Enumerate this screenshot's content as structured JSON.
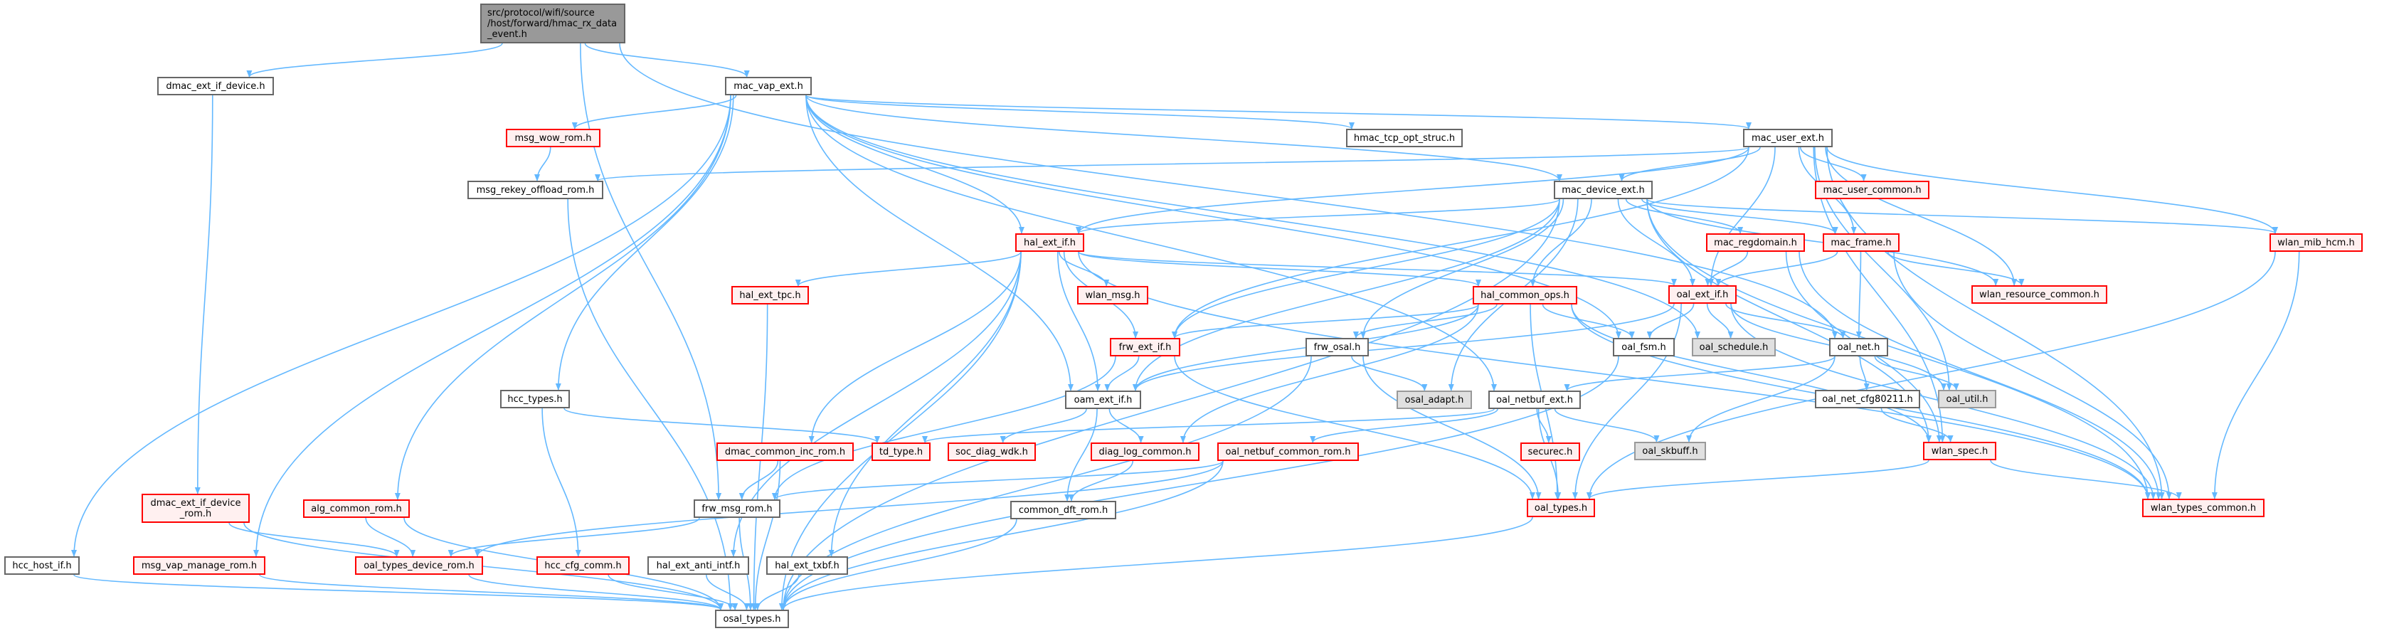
{
  "graph": {
    "edge_color": "#63b8ff",
    "nodes": [
      {
        "id": "root",
        "label": "src/protocol/wifi/source\n/host/forward/hmac_rx_data\n_event.h",
        "style": "root"
      },
      {
        "id": "dmac_ext_if_device",
        "label": "dmac_ext_if_device.h",
        "style": "normal"
      },
      {
        "id": "mac_vap_ext",
        "label": "mac_vap_ext.h",
        "style": "normal"
      },
      {
        "id": "msg_wow_rom",
        "label": "msg_wow_rom.h",
        "style": "red"
      },
      {
        "id": "msg_rekey_offload_rom",
        "label": "msg_rekey_offload_rom.h",
        "style": "normal"
      },
      {
        "id": "hmac_tcp_opt_struc",
        "label": "hmac_tcp_opt_struc.h",
        "style": "normal"
      },
      {
        "id": "mac_user_ext",
        "label": "mac_user_ext.h",
        "style": "normal"
      },
      {
        "id": "mac_device_ext",
        "label": "mac_device_ext.h",
        "style": "normal"
      },
      {
        "id": "mac_user_common",
        "label": "mac_user_common.h",
        "style": "red"
      },
      {
        "id": "hal_ext_if",
        "label": "hal_ext_if.h",
        "style": "red"
      },
      {
        "id": "mac_regdomain",
        "label": "mac_regdomain.h",
        "style": "red"
      },
      {
        "id": "mac_frame",
        "label": "mac_frame.h",
        "style": "red"
      },
      {
        "id": "wlan_mib_hcm",
        "label": "wlan_mib_hcm.h",
        "style": "red"
      },
      {
        "id": "hal_ext_tpc",
        "label": "hal_ext_tpc.h",
        "style": "red"
      },
      {
        "id": "wlan_msg",
        "label": "wlan_msg.h",
        "style": "red"
      },
      {
        "id": "hal_common_ops",
        "label": "hal_common_ops.h",
        "style": "red"
      },
      {
        "id": "oal_ext_if",
        "label": "oal_ext_if.h",
        "style": "red"
      },
      {
        "id": "wlan_resource_common",
        "label": "wlan_resource_common.h",
        "style": "red"
      },
      {
        "id": "frw_ext_if",
        "label": "frw_ext_if.h",
        "style": "red"
      },
      {
        "id": "frw_osal",
        "label": "frw_osal.h",
        "style": "normal"
      },
      {
        "id": "oal_fsm",
        "label": "oal_fsm.h",
        "style": "normal"
      },
      {
        "id": "oal_schedule",
        "label": "oal_schedule.h",
        "style": "gray"
      },
      {
        "id": "oal_net",
        "label": "oal_net.h",
        "style": "normal"
      },
      {
        "id": "hcc_types",
        "label": "hcc_types.h",
        "style": "normal"
      },
      {
        "id": "oam_ext_if",
        "label": "oam_ext_if.h",
        "style": "normal"
      },
      {
        "id": "osal_adapt",
        "label": "osal_adapt.h",
        "style": "gray"
      },
      {
        "id": "oal_netbuf_ext",
        "label": "oal_netbuf_ext.h",
        "style": "normal"
      },
      {
        "id": "oal_net_cfg80211",
        "label": "oal_net_cfg80211.h",
        "style": "normal"
      },
      {
        "id": "oal_util",
        "label": "oal_util.h",
        "style": "gray"
      },
      {
        "id": "dmac_common_inc_rom",
        "label": "dmac_common_inc_rom.h",
        "style": "red"
      },
      {
        "id": "td_type",
        "label": "td_type.h",
        "style": "red"
      },
      {
        "id": "soc_diag_wdk",
        "label": "soc_diag_wdk.h",
        "style": "red"
      },
      {
        "id": "diag_log_common",
        "label": "diag_log_common.h",
        "style": "red"
      },
      {
        "id": "oal_netbuf_common_rom",
        "label": "oal_netbuf_common_rom.h",
        "style": "red"
      },
      {
        "id": "securec",
        "label": "securec.h",
        "style": "red"
      },
      {
        "id": "oal_skbuff",
        "label": "oal_skbuff.h",
        "style": "gray"
      },
      {
        "id": "wlan_spec",
        "label": "wlan_spec.h",
        "style": "red"
      },
      {
        "id": "dmac_ext_if_device_rom",
        "label": "dmac_ext_if_device\n_rom.h",
        "style": "red"
      },
      {
        "id": "alg_common_rom",
        "label": "alg_common_rom.h",
        "style": "red"
      },
      {
        "id": "frw_msg_rom",
        "label": "frw_msg_rom.h",
        "style": "normal"
      },
      {
        "id": "common_dft_rom",
        "label": "common_dft_rom.h",
        "style": "normal"
      },
      {
        "id": "oal_types",
        "label": "oal_types.h",
        "style": "red"
      },
      {
        "id": "wlan_types_common",
        "label": "wlan_types_common.h",
        "style": "red"
      },
      {
        "id": "hcc_host_if",
        "label": "hcc_host_if.h",
        "style": "normal"
      },
      {
        "id": "msg_vap_manage_rom",
        "label": "msg_vap_manage_rom.h",
        "style": "red"
      },
      {
        "id": "oal_types_device_rom",
        "label": "oal_types_device_rom.h",
        "style": "red"
      },
      {
        "id": "hcc_cfg_comm",
        "label": "hcc_cfg_comm.h",
        "style": "red"
      },
      {
        "id": "hal_ext_anti_intf",
        "label": "hal_ext_anti_intf.h",
        "style": "normal"
      },
      {
        "id": "hal_ext_txbf",
        "label": "hal_ext_txbf.h",
        "style": "normal"
      },
      {
        "id": "osal_types",
        "label": "osal_types.h",
        "style": "normal"
      }
    ],
    "edges": [
      [
        "root",
        "dmac_ext_if_device"
      ],
      [
        "root",
        "mac_vap_ext"
      ],
      [
        "root",
        "frw_msg_rom"
      ],
      [
        "root",
        "oal_net"
      ],
      [
        "dmac_ext_if_device",
        "dmac_ext_if_device_rom"
      ],
      [
        "dmac_ext_if_device_rom",
        "oal_types_device_rom"
      ],
      [
        "dmac_ext_if_device_rom",
        "osal_types"
      ],
      [
        "mac_vap_ext",
        "msg_wow_rom"
      ],
      [
        "mac_vap_ext",
        "hcc_host_if"
      ],
      [
        "mac_vap_ext",
        "msg_vap_manage_rom"
      ],
      [
        "mac_vap_ext",
        "alg_common_rom"
      ],
      [
        "mac_vap_ext",
        "hcc_types"
      ],
      [
        "mac_vap_ext",
        "oam_ext_if"
      ],
      [
        "mac_vap_ext",
        "hal_ext_if"
      ],
      [
        "mac_vap_ext",
        "hmac_tcp_opt_struc"
      ],
      [
        "mac_vap_ext",
        "mac_user_ext"
      ],
      [
        "mac_vap_ext",
        "mac_device_ext"
      ],
      [
        "mac_vap_ext",
        "oal_netbuf_ext"
      ],
      [
        "mac_vap_ext",
        "oal_fsm"
      ],
      [
        "mac_vap_ext",
        "oal_schedule"
      ],
      [
        "msg_wow_rom",
        "msg_rekey_offload_rom"
      ],
      [
        "msg_rekey_offload_rom",
        "osal_types"
      ],
      [
        "mac_user_ext",
        "msg_rekey_offload_rom"
      ],
      [
        "mac_user_ext",
        "mac_device_ext"
      ],
      [
        "mac_user_ext",
        "hal_ext_if"
      ],
      [
        "mac_user_ext",
        "frw_ext_if"
      ],
      [
        "mac_user_ext",
        "mac_user_common"
      ],
      [
        "mac_user_ext",
        "mac_frame"
      ],
      [
        "mac_user_ext",
        "oal_ext_if"
      ],
      [
        "mac_user_ext",
        "wlan_resource_common"
      ],
      [
        "mac_user_ext",
        "wlan_spec"
      ],
      [
        "mac_user_ext",
        "oal_util"
      ],
      [
        "mac_user_ext",
        "wlan_mib_hcm"
      ],
      [
        "mac_user_ext",
        "wlan_types_common"
      ],
      [
        "mac_device_ext",
        "hal_ext_if"
      ],
      [
        "mac_device_ext",
        "frw_ext_if"
      ],
      [
        "mac_device_ext",
        "oam_ext_if"
      ],
      [
        "mac_device_ext",
        "hal_common_ops"
      ],
      [
        "mac_device_ext",
        "frw_osal"
      ],
      [
        "mac_device_ext",
        "osal_adapt"
      ],
      [
        "mac_device_ext",
        "oal_ext_if"
      ],
      [
        "mac_device_ext",
        "mac_regdomain"
      ],
      [
        "mac_device_ext",
        "mac_frame"
      ],
      [
        "mac_device_ext",
        "wlan_resource_common"
      ],
      [
        "mac_device_ext",
        "wlan_mib_hcm"
      ],
      [
        "mac_device_ext",
        "wlan_types_common"
      ],
      [
        "mac_device_ext",
        "wlan_spec"
      ],
      [
        "mac_device_ext",
        "osal_types"
      ],
      [
        "hal_ext_if",
        "hal_ext_tpc"
      ],
      [
        "hal_ext_if",
        "wlan_msg"
      ],
      [
        "hal_ext_if",
        "hal_common_ops"
      ],
      [
        "hal_ext_if",
        "frw_ext_if"
      ],
      [
        "hal_ext_if",
        "oam_ext_if"
      ],
      [
        "hal_ext_if",
        "dmac_common_inc_rom"
      ],
      [
        "hal_ext_if",
        "hal_ext_anti_intf"
      ],
      [
        "hal_ext_if",
        "hal_ext_txbf"
      ],
      [
        "hal_ext_if",
        "oal_ext_if"
      ],
      [
        "hal_ext_if",
        "wlan_types_common"
      ],
      [
        "hal_ext_if",
        "osal_types"
      ],
      [
        "hal_ext_tpc",
        "osal_types"
      ],
      [
        "hal_common_ops",
        "frw_ext_if"
      ],
      [
        "hal_common_ops",
        "frw_osal"
      ],
      [
        "hal_common_ops",
        "oal_fsm"
      ],
      [
        "hal_common_ops",
        "diag_log_common"
      ],
      [
        "hal_common_ops",
        "oal_types"
      ],
      [
        "hal_common_ops",
        "wlan_spec"
      ],
      [
        "hal_common_ops",
        "wlan_types_common"
      ],
      [
        "hal_common_ops",
        "oam_ext_if"
      ],
      [
        "mac_regdomain",
        "oal_ext_if"
      ],
      [
        "mac_regdomain",
        "wlan_spec"
      ],
      [
        "mac_regdomain",
        "wlan_types_common"
      ],
      [
        "mac_frame",
        "oal_ext_if"
      ],
      [
        "mac_frame",
        "oal_net"
      ],
      [
        "mac_frame",
        "wlan_resource_common"
      ],
      [
        "mac_frame",
        "wlan_types_common"
      ],
      [
        "wlan_mib_hcm",
        "oal_types"
      ],
      [
        "wlan_mib_hcm",
        "wlan_types_common"
      ],
      [
        "oal_ext_if",
        "oal_fsm"
      ],
      [
        "oal_ext_if",
        "oal_schedule"
      ],
      [
        "oal_ext_if",
        "oal_net"
      ],
      [
        "oal_ext_if",
        "oal_util"
      ],
      [
        "oal_ext_if",
        "oal_types"
      ],
      [
        "oal_ext_if",
        "wlan_types_common"
      ],
      [
        "oal_ext_if",
        "oam_ext_if"
      ],
      [
        "frw_ext_if",
        "oam_ext_if"
      ],
      [
        "frw_ext_if",
        "frw_msg_rom"
      ],
      [
        "frw_ext_if",
        "oal_types"
      ],
      [
        "frw_osal",
        "osal_adapt"
      ],
      [
        "frw_osal",
        "oal_types"
      ],
      [
        "frw_osal",
        "osal_types"
      ],
      [
        "oal_fsm",
        "osal_types"
      ],
      [
        "oal_net",
        "oal_netbuf_ext"
      ],
      [
        "oal_net",
        "oal_net_cfg80211"
      ],
      [
        "oal_net",
        "oal_util"
      ],
      [
        "oal_net",
        "oal_skbuff"
      ],
      [
        "oal_net_cfg80211",
        "wlan_spec"
      ],
      [
        "oam_ext_if",
        "soc_diag_wdk"
      ],
      [
        "oam_ext_if",
        "diag_log_common"
      ],
      [
        "oam_ext_if",
        "common_dft_rom"
      ],
      [
        "hcc_types",
        "td_type"
      ],
      [
        "hcc_types",
        "hcc_cfg_comm"
      ],
      [
        "oal_netbuf_ext",
        "td_type"
      ],
      [
        "oal_netbuf_ext",
        "securec"
      ],
      [
        "oal_netbuf_ext",
        "oal_netbuf_common_rom"
      ],
      [
        "oal_netbuf_ext",
        "oal_types"
      ],
      [
        "oal_netbuf_ext",
        "oal_skbuff"
      ],
      [
        "dmac_common_inc_rom",
        "frw_msg_rom"
      ],
      [
        "dmac_common_inc_rom",
        "osal_types"
      ],
      [
        "diag_log_common",
        "common_dft_rom"
      ],
      [
        "oal_netbuf_common_rom",
        "frw_msg_rom"
      ],
      [
        "oal_netbuf_common_rom",
        "oal_types_device_rom"
      ],
      [
        "oal_netbuf_common_rom",
        "osal_types"
      ],
      [
        "frw_msg_rom",
        "oal_types_device_rom"
      ],
      [
        "frw_msg_rom",
        "osal_types"
      ],
      [
        "common_dft_rom",
        "osal_types"
      ],
      [
        "oal_types",
        "osal_types"
      ],
      [
        "wlan_spec",
        "oal_types"
      ],
      [
        "wlan_spec",
        "wlan_types_common"
      ],
      [
        "alg_common_rom",
        "oal_types_device_rom"
      ],
      [
        "alg_common_rom",
        "osal_types"
      ],
      [
        "hcc_host_if",
        "osal_types"
      ],
      [
        "msg_vap_manage_rom",
        "osal_types"
      ],
      [
        "oal_types_device_rom",
        "osal_types"
      ],
      [
        "hcc_cfg_comm",
        "osal_types"
      ],
      [
        "hal_ext_anti_intf",
        "osal_types"
      ],
      [
        "hal_ext_txbf",
        "osal_types"
      ]
    ]
  }
}
